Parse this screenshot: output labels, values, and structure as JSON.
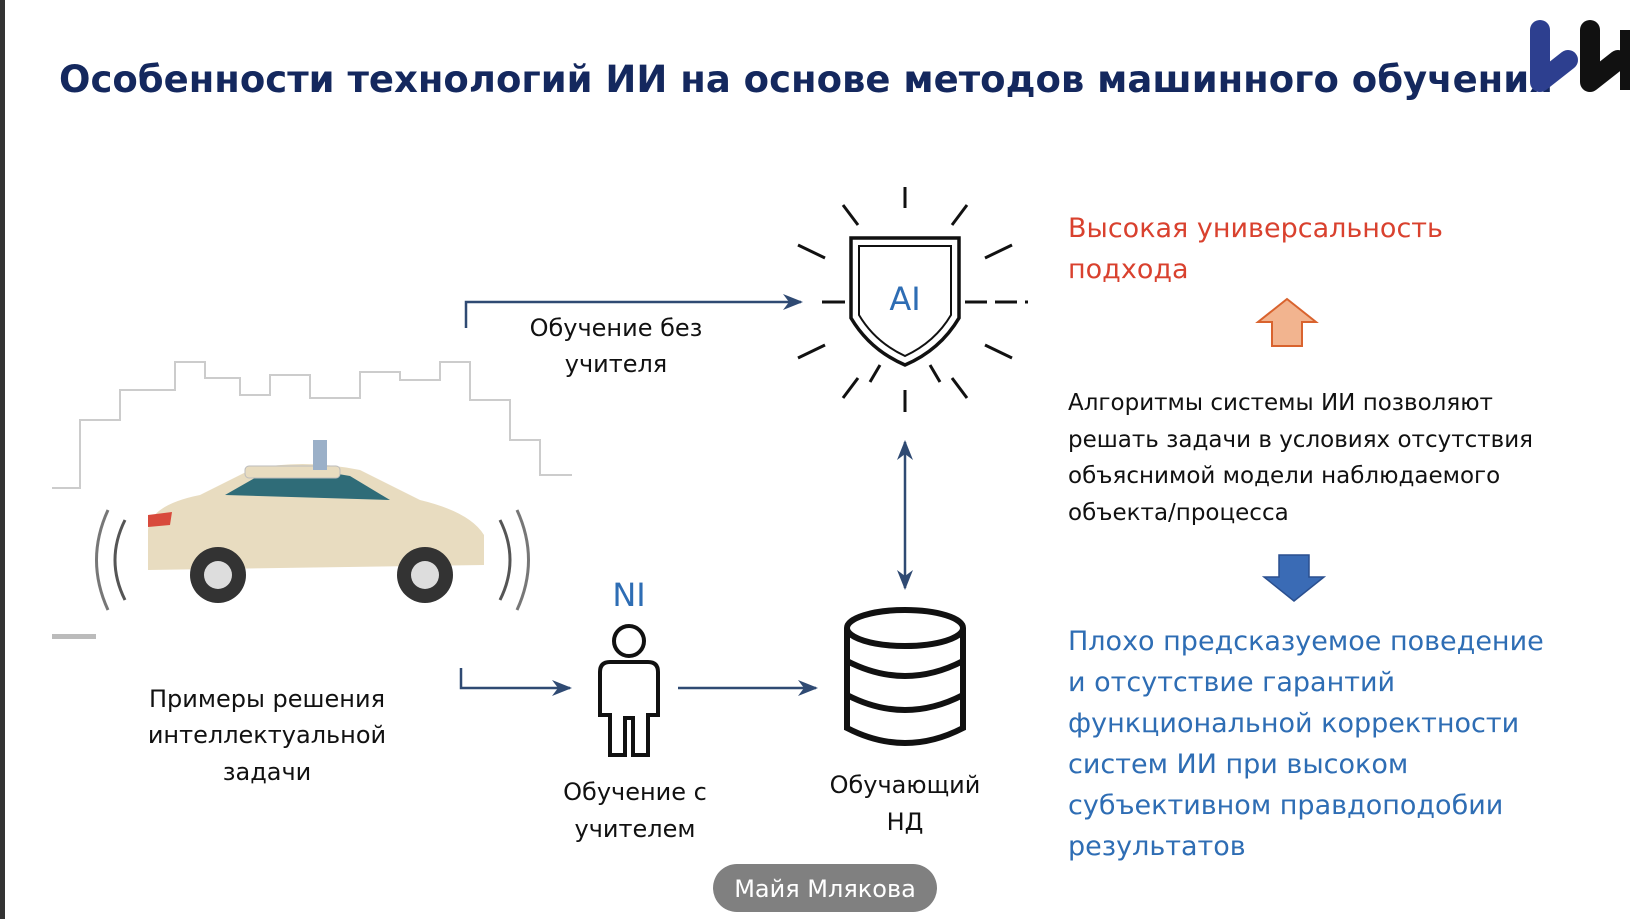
{
  "slide": {
    "title": "Особенности технологий ИИ на основе методов машинного обучения",
    "logo_text": "ИИ",
    "ai_label": "AI",
    "ni_label": "NI",
    "unsupervised": [
      "Обучение без",
      "учителя"
    ],
    "supervised": [
      "Обучение с",
      "учителем"
    ],
    "dataset": [
      "Обучающий",
      "НД"
    ],
    "examples": [
      "Примеры решения",
      "интеллектуальной",
      "задачи"
    ],
    "pro": [
      "Высокая универсальность",
      "подхода"
    ],
    "middle": [
      "Алгоритмы системы ИИ позволяют",
      "решать задачи в условиях отсутствия",
      "объяснимой модели наблюдаемого",
      "объекта/процесса"
    ],
    "con": [
      "Плохо предсказуемое поведение",
      "и отсутствие гарантий",
      "функциональной корректности",
      "систем ИИ при высоком",
      "субъективном правдоподобии",
      "результатов"
    ]
  },
  "speaker": {
    "name": "Майя Млякова"
  },
  "colors": {
    "title": "#14285e",
    "red": "#d9412e",
    "blue": "#2e6db4",
    "arrow": "#2f4a73"
  }
}
